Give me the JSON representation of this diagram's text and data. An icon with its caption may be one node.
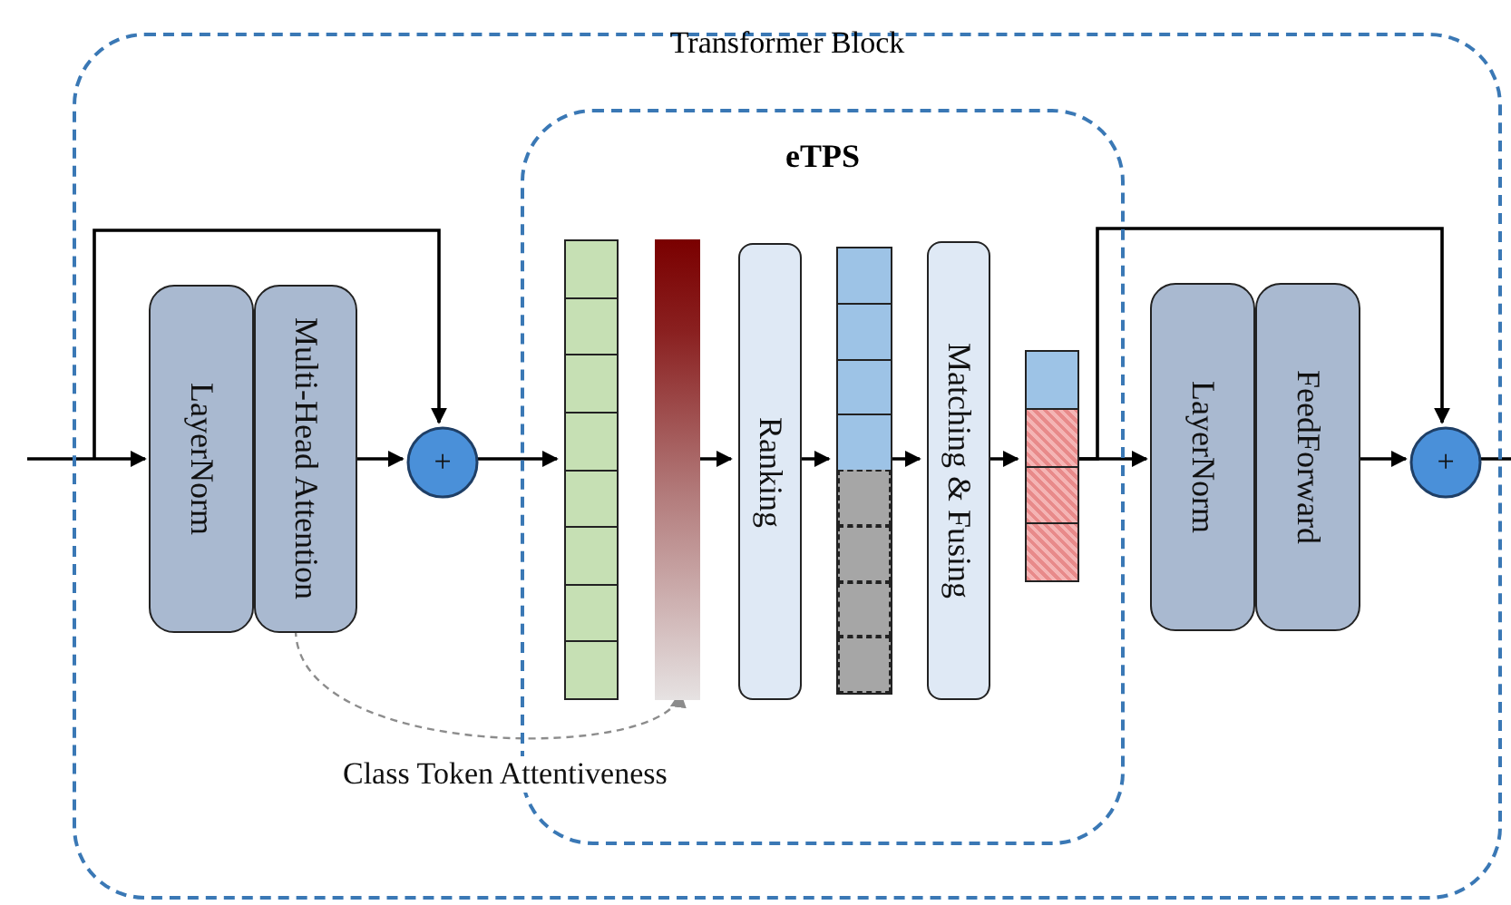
{
  "diagram": {
    "nodes": [
      {
        "text": [
          "Transformer Block"
        ]
      },
      {
        "text": [
          "eTPS"
        ],
        "in": 0
      },
      {
        "text": [
          "LayerNorm"
        ],
        "in": 0
      },
      {
        "text": [
          "Multi-Head Attention"
        ],
        "in": 0
      },
      {
        "text": [
          "+"
        ],
        "in": 0
      },
      {
        "text": [],
        "shape": "bar",
        "in": 1
      },
      {
        "text": [],
        "shape": "bar",
        "in": 1
      },
      {
        "text": [
          "Ranking"
        ],
        "in": 1
      },
      {
        "text": [],
        "shape": "bar",
        "in": 1
      },
      {
        "text": [
          "Matching & Fusing"
        ],
        "in": 1
      },
      {
        "text": [],
        "shape": "bar",
        "in": 1
      },
      {
        "text": [
          "LayerNorm"
        ],
        "in": 0
      },
      {
        "text": [
          "FeedForward"
        ],
        "in": 0
      },
      {
        "text": [
          "+"
        ],
        "in": 0
      }
    ],
    "edges": [
      {
        "from": null,
        "to": 2,
        "arrow": "to"
      },
      {
        "from": null,
        "to": 4,
        "arrow": "to"
      },
      {
        "from": 3,
        "to": 4,
        "arrow": "to"
      },
      {
        "from": 4,
        "to": 5,
        "arrow": "to"
      },
      {
        "from": 6,
        "to": 7,
        "arrow": "to"
      },
      {
        "from": 7,
        "to": 8,
        "arrow": "to"
      },
      {
        "from": 8,
        "to": 9,
        "arrow": "to"
      },
      {
        "from": 9,
        "to": 10,
        "arrow": "to"
      },
      {
        "from": 10,
        "to": 11,
        "arrow": "to"
      },
      {
        "from": 10,
        "to": 13,
        "arrow": "to"
      },
      {
        "from": 12,
        "to": 13,
        "arrow": "to"
      },
      {
        "from": 13,
        "to": null,
        "arrow": "none"
      },
      {
        "from": 3,
        "to": 6,
        "arrow": "to",
        "style": "dashed",
        "color": "#8c8c8c",
        "label": "Class Token Attentiveness"
      }
    ]
  }
}
